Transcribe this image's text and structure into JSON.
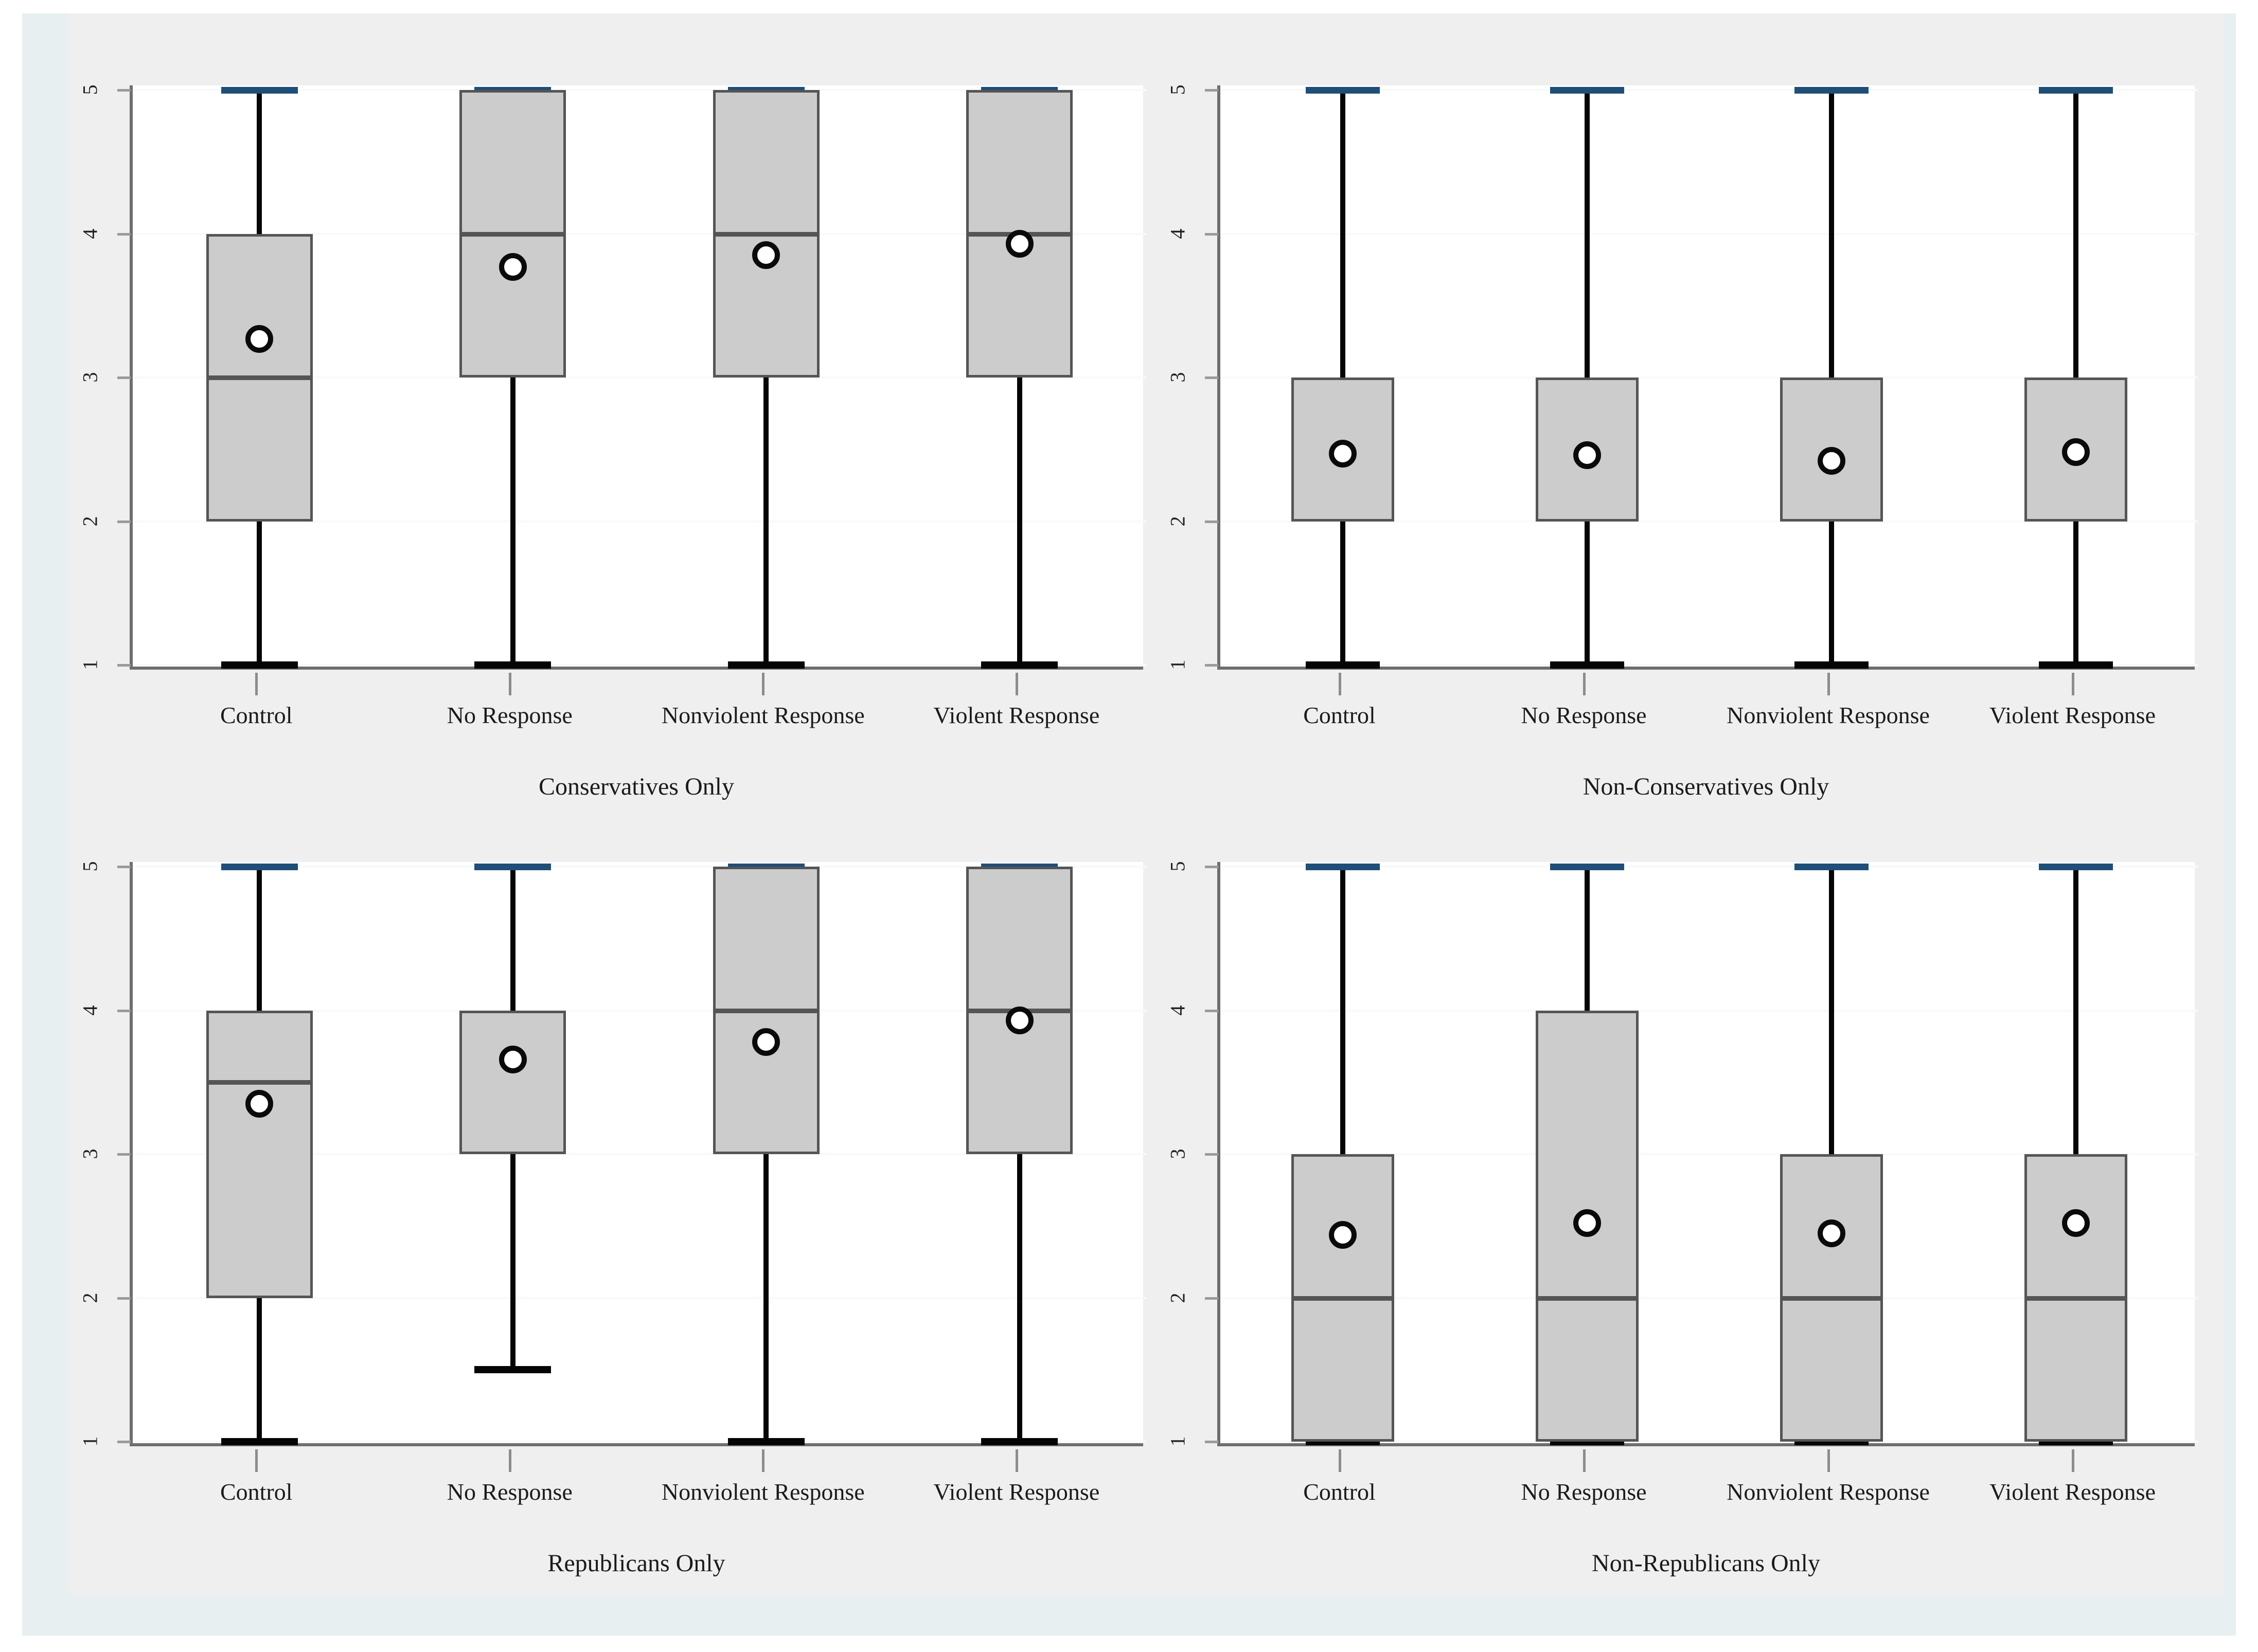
{
  "figure": {
    "background_outer": "#e8eff1",
    "background_panel": "#efefef",
    "plot_background": "#ffffff",
    "box_fill": "#cccccc",
    "box_border": "#555555",
    "whisker_color": "#050505",
    "upper_cap_color": "#1f4e79",
    "mean_marker_color": "#0a0a0a"
  },
  "axis": {
    "y_ticks": [
      "5",
      "4",
      "3",
      "2",
      "1"
    ],
    "y_min": 1,
    "y_max": 5
  },
  "panels": [
    {
      "id": "conservatives",
      "title": "Conservatives Only",
      "categories": [
        "Control",
        "No Response",
        "Nonviolent Response",
        "Violent Response"
      ]
    },
    {
      "id": "non-conservatives",
      "title": "Non-Conservatives Only",
      "categories": [
        "Control",
        "No Response",
        "Nonviolent Response",
        "Violent Response"
      ]
    },
    {
      "id": "republicans",
      "title": "Republicans Only",
      "categories": [
        "Control",
        "No Response",
        "Nonviolent Response",
        "Violent Response"
      ]
    },
    {
      "id": "non-republicans",
      "title": "Non-Republicans Only",
      "categories": [
        "Control",
        "No Response",
        "Nonviolent Response",
        "Violent Response"
      ]
    }
  ],
  "chart_data": {
    "type": "box",
    "title": "",
    "xlabel": "",
    "ylabel": "",
    "ylim": [
      1,
      5
    ],
    "yticks": [
      1,
      2,
      3,
      4,
      5
    ],
    "grid": true,
    "legend": "none",
    "marker_note": "open circle = mean; horizontal line inside box = median; upper whisker cap drawn dark blue",
    "panels": [
      {
        "name": "Conservatives Only",
        "categories": [
          "Control",
          "No Response",
          "Nonviolent Response",
          "Violent Response"
        ],
        "boxes": [
          {
            "category": "Control",
            "q1": 2,
            "median": 3,
            "q3": 4,
            "lower_whisker": 1,
            "upper_whisker": 5,
            "mean": 3.27
          },
          {
            "category": "No Response",
            "q1": 3,
            "median": 4,
            "q3": 5,
            "lower_whisker": 1,
            "upper_whisker": 5,
            "mean": 3.77
          },
          {
            "category": "Nonviolent Response",
            "q1": 3,
            "median": 4,
            "q3": 5,
            "lower_whisker": 1,
            "upper_whisker": 5,
            "mean": 3.85
          },
          {
            "category": "Violent Response",
            "q1": 3,
            "median": 4,
            "q3": 5,
            "lower_whisker": 1,
            "upper_whisker": 5,
            "mean": 3.93
          }
        ]
      },
      {
        "name": "Non-Conservatives Only",
        "categories": [
          "Control",
          "No Response",
          "Nonviolent Response",
          "Violent Response"
        ],
        "boxes": [
          {
            "category": "Control",
            "q1": 2,
            "median": 2,
            "q3": 3,
            "lower_whisker": 1,
            "upper_whisker": 5,
            "mean": 2.47
          },
          {
            "category": "No Response",
            "q1": 2,
            "median": 2,
            "q3": 3,
            "lower_whisker": 1,
            "upper_whisker": 5,
            "mean": 2.46
          },
          {
            "category": "Nonviolent Response",
            "q1": 2,
            "median": 2,
            "q3": 3,
            "lower_whisker": 1,
            "upper_whisker": 5,
            "mean": 2.42
          },
          {
            "category": "Violent Response",
            "q1": 2,
            "median": 2,
            "q3": 3,
            "lower_whisker": 1,
            "upper_whisker": 5,
            "mean": 2.48
          }
        ]
      },
      {
        "name": "Republicans Only",
        "categories": [
          "Control",
          "No Response",
          "Nonviolent Response",
          "Violent Response"
        ],
        "boxes": [
          {
            "category": "Control",
            "q1": 2,
            "median": 3.5,
            "q3": 4,
            "lower_whisker": 1,
            "upper_whisker": 5,
            "mean": 3.35
          },
          {
            "category": "No Response",
            "q1": 3,
            "median": 4,
            "q3": 4,
            "lower_whisker": 1.5,
            "upper_whisker": 5,
            "mean": 3.66
          },
          {
            "category": "Nonviolent Response",
            "q1": 3,
            "median": 4,
            "q3": 5,
            "lower_whisker": 1,
            "upper_whisker": 5,
            "mean": 3.78
          },
          {
            "category": "Violent Response",
            "q1": 3,
            "median": 4,
            "q3": 5,
            "lower_whisker": 1,
            "upper_whisker": 5,
            "mean": 3.93
          }
        ]
      },
      {
        "name": "Non-Republicans Only",
        "categories": [
          "Control",
          "No Response",
          "Nonviolent Response",
          "Violent Response"
        ],
        "boxes": [
          {
            "category": "Control",
            "q1": 1,
            "median": 2,
            "q3": 3,
            "lower_whisker": 1,
            "upper_whisker": 5,
            "mean": 2.44
          },
          {
            "category": "No Response",
            "q1": 1,
            "median": 2,
            "q3": 4,
            "lower_whisker": 1,
            "upper_whisker": 5,
            "mean": 2.52
          },
          {
            "category": "Nonviolent Response",
            "q1": 1,
            "median": 2,
            "q3": 3,
            "lower_whisker": 1,
            "upper_whisker": 5,
            "mean": 2.45
          },
          {
            "category": "Violent Response",
            "q1": 1,
            "median": 2,
            "q3": 3,
            "lower_whisker": 1,
            "upper_whisker": 5,
            "mean": 2.52
          }
        ]
      }
    ]
  }
}
